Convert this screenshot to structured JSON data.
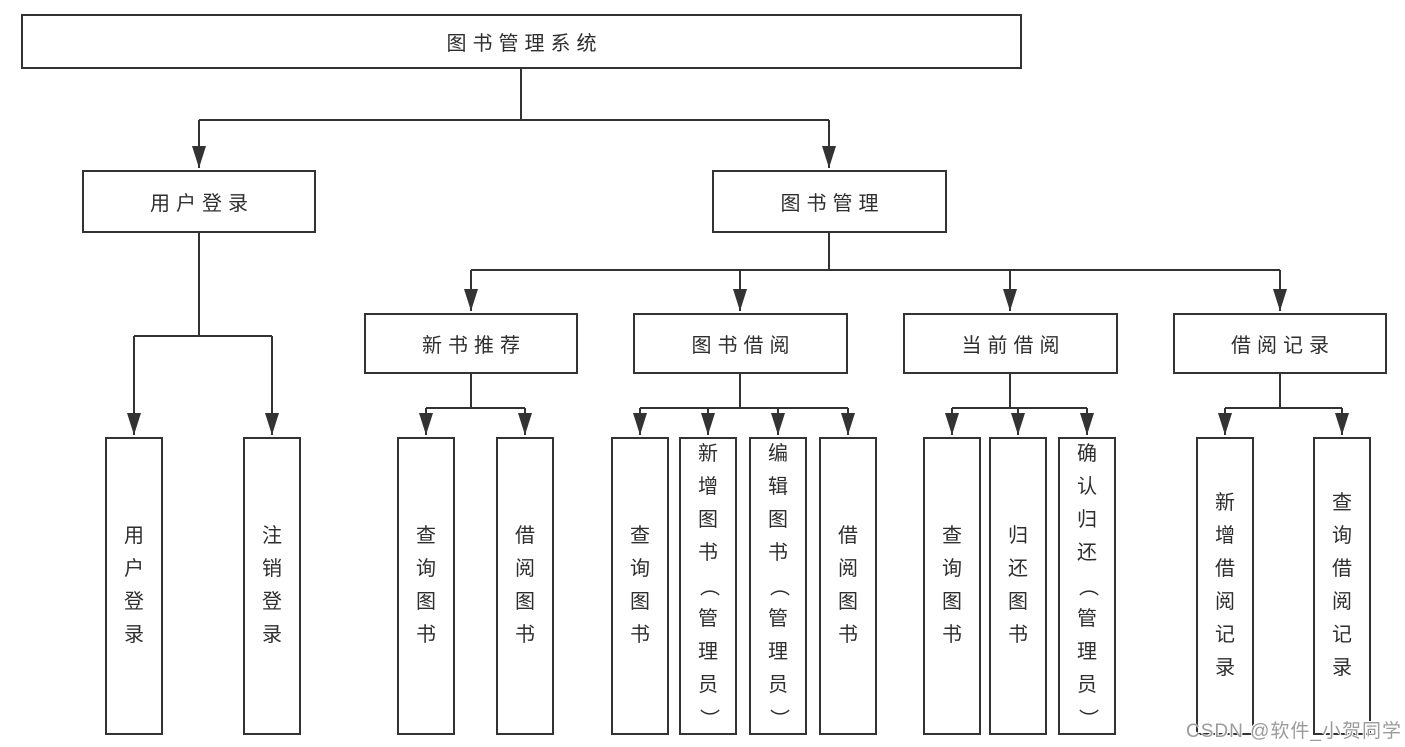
{
  "tree": {
    "label": "图书管理系统",
    "children": [
      {
        "label": "用户登录",
        "children": [
          {
            "label": "用户登录"
          },
          {
            "label": "注销登录"
          }
        ]
      },
      {
        "label": "图书管理",
        "children": [
          {
            "label": "新书推荐",
            "children": [
              {
                "label": "查询图书"
              },
              {
                "label": "借阅图书"
              }
            ]
          },
          {
            "label": "图书借阅",
            "children": [
              {
                "label": "查询图书"
              },
              {
                "label": "新增图书（管理员）"
              },
              {
                "label": "编辑图书（管理员）"
              },
              {
                "label": "借阅图书"
              }
            ]
          },
          {
            "label": "当前借阅",
            "children": [
              {
                "label": "查询图书"
              },
              {
                "label": "归还图书"
              },
              {
                "label": "确认归还（管理员）"
              }
            ]
          },
          {
            "label": "借阅记录",
            "children": [
              {
                "label": "新增借阅记录"
              },
              {
                "label": "查询借阅记录"
              }
            ]
          }
        ]
      }
    ]
  },
  "watermark": {
    "text": "CSDN @软件_小贺同学"
  },
  "colors": {
    "line": "#333333",
    "box_border": "#333333",
    "box_fill": "#ffffff",
    "text": "#2e2e2e",
    "watermark": "#9b9b9b",
    "background": "#ffffff"
  }
}
